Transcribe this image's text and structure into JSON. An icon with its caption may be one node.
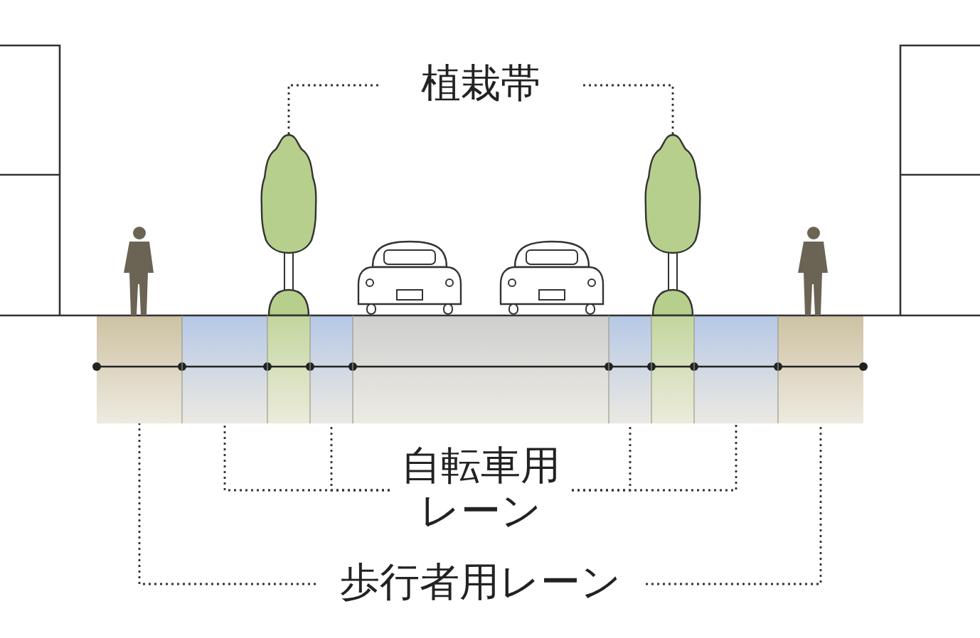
{
  "diagram": {
    "nodes": [
      {
        "text": [
          "植栽帯"
        ]
      },
      {
        "text": [
          "自転車用レーン"
        ]
      },
      {
        "text": [
          "歩行者用レーン"
        ]
      },
      {
        "text": [],
        "shape": "tree"
      },
      {
        "text": [],
        "shape": "tree"
      },
      {
        "text": [],
        "shape": "bar"
      },
      {
        "text": [],
        "shape": "bar"
      },
      {
        "text": [],
        "shape": "bar"
      },
      {
        "text": [],
        "shape": "bar"
      },
      {
        "text": [],
        "shape": "bar"
      },
      {
        "text": [],
        "shape": "bar"
      },
      {
        "text": [],
        "shape": "bar"
      },
      {
        "text": [],
        "shape": "bar"
      },
      {
        "text": [],
        "shape": "bar"
      }
    ],
    "edges": [
      {
        "from": 0,
        "to": 3,
        "arrow": "none",
        "style": "dashed"
      },
      {
        "from": 0,
        "to": 4,
        "arrow": "none",
        "style": "dashed"
      },
      {
        "from": 1,
        "to": 6,
        "arrow": "none",
        "style": "dashed"
      },
      {
        "from": 1,
        "to": 8,
        "arrow": "none",
        "style": "dashed"
      },
      {
        "from": 1,
        "to": 10,
        "arrow": "none",
        "style": "dashed"
      },
      {
        "from": 1,
        "to": 12,
        "arrow": "none",
        "style": "dashed"
      },
      {
        "from": 2,
        "to": 5,
        "arrow": "none",
        "style": "dashed"
      },
      {
        "from": 2,
        "to": 13,
        "arrow": "none",
        "style": "dashed"
      }
    ]
  }
}
